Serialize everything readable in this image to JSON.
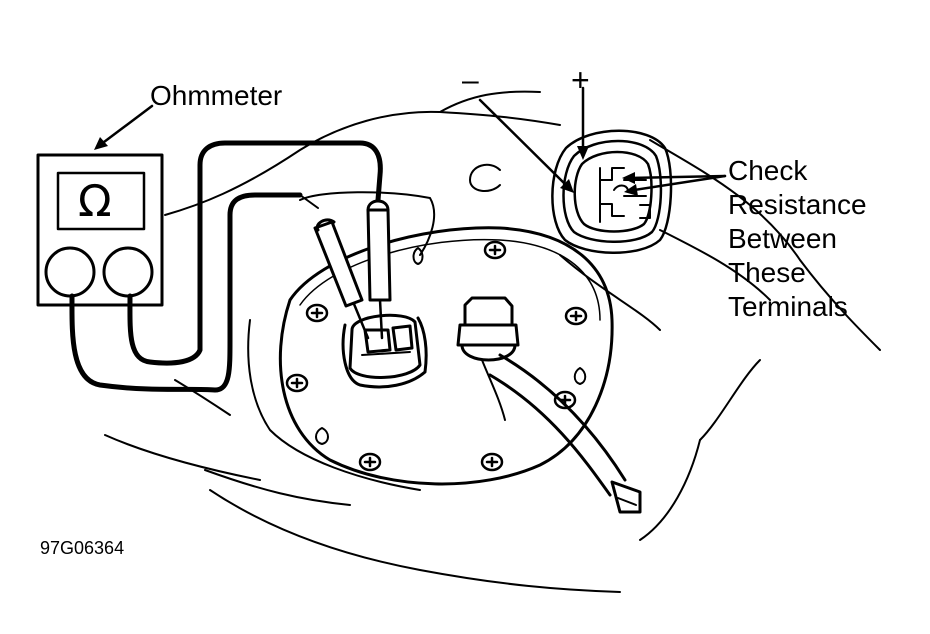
{
  "labels": {
    "ohmmeter": "Ohmmeter",
    "check_lines": [
      "Check",
      "Resistance",
      "Between",
      "These",
      "Terminals"
    ],
    "code": "97G06364",
    "minus": "–",
    "plus": "+",
    "omega": "Ω"
  },
  "colors": {
    "ink": "#000000",
    "paper": "#ffffff"
  }
}
